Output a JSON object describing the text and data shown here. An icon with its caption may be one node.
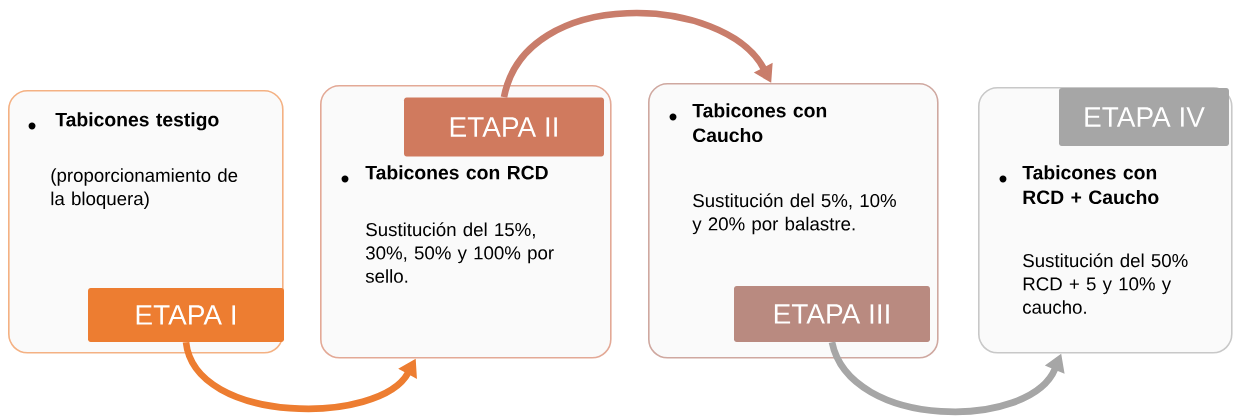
{
  "diagram": {
    "nodes": [
      {
        "text": [
          "Tabicones testigo",
          "(proporcionamiento de la bloquera)"
        ]
      },
      {
        "text": [
          "ETAPA I"
        ],
        "in": 0
      },
      {
        "text": [
          "Tabicones con RCD",
          "Sustitución del 15%, 30%, 50% y 100% por sello."
        ]
      },
      {
        "text": [
          "ETAPA II"
        ],
        "in": 2
      },
      {
        "text": [
          "Tabicones con Caucho",
          "Sustitución del 5%, 10% y 20%  por balastre."
        ]
      },
      {
        "text": [
          "ETAPA III"
        ],
        "in": 4
      },
      {
        "text": [
          "Tabicones con RCD + Caucho",
          "Sustitución del 50% RCD + 5 y 10% y caucho."
        ]
      },
      {
        "text": [
          "ETAPA IV"
        ],
        "in": 6
      }
    ],
    "edges": [
      {
        "from": 1,
        "to": 2,
        "arrow": "to",
        "color": "#ed7d31"
      },
      {
        "from": 3,
        "to": 4,
        "arrow": "to",
        "color": "#c97d6b"
      },
      {
        "from": 5,
        "to": 6,
        "arrow": "to",
        "color": "#a6a6a6"
      }
    ]
  }
}
